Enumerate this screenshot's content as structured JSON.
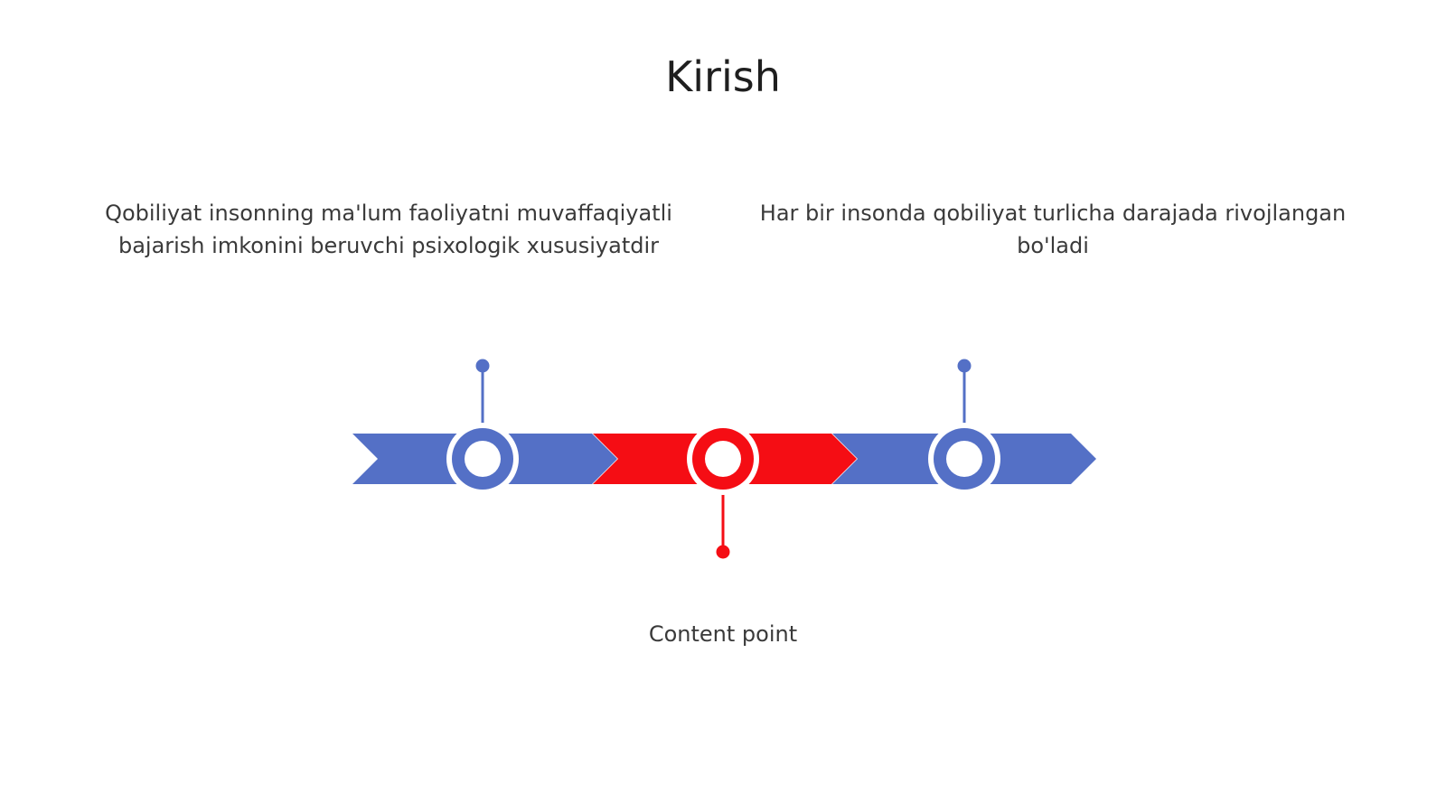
{
  "slide": {
    "title": "Kirish",
    "points": [
      {
        "text": "Qobiliyat insonning ma'lum faoliyatni muvaffaqiyatli bajarish imkonini beruvchi psixologik xususiyatdir"
      },
      {
        "text": "Har bir insonda qobiliyat turlicha darajada rivojlangan bo'ladi"
      },
      {
        "text": "Content point"
      }
    ]
  },
  "colors": {
    "blue": "#5470c6",
    "red": "#f50d14",
    "text": "#3a3a3a",
    "background": "#ffffff"
  }
}
